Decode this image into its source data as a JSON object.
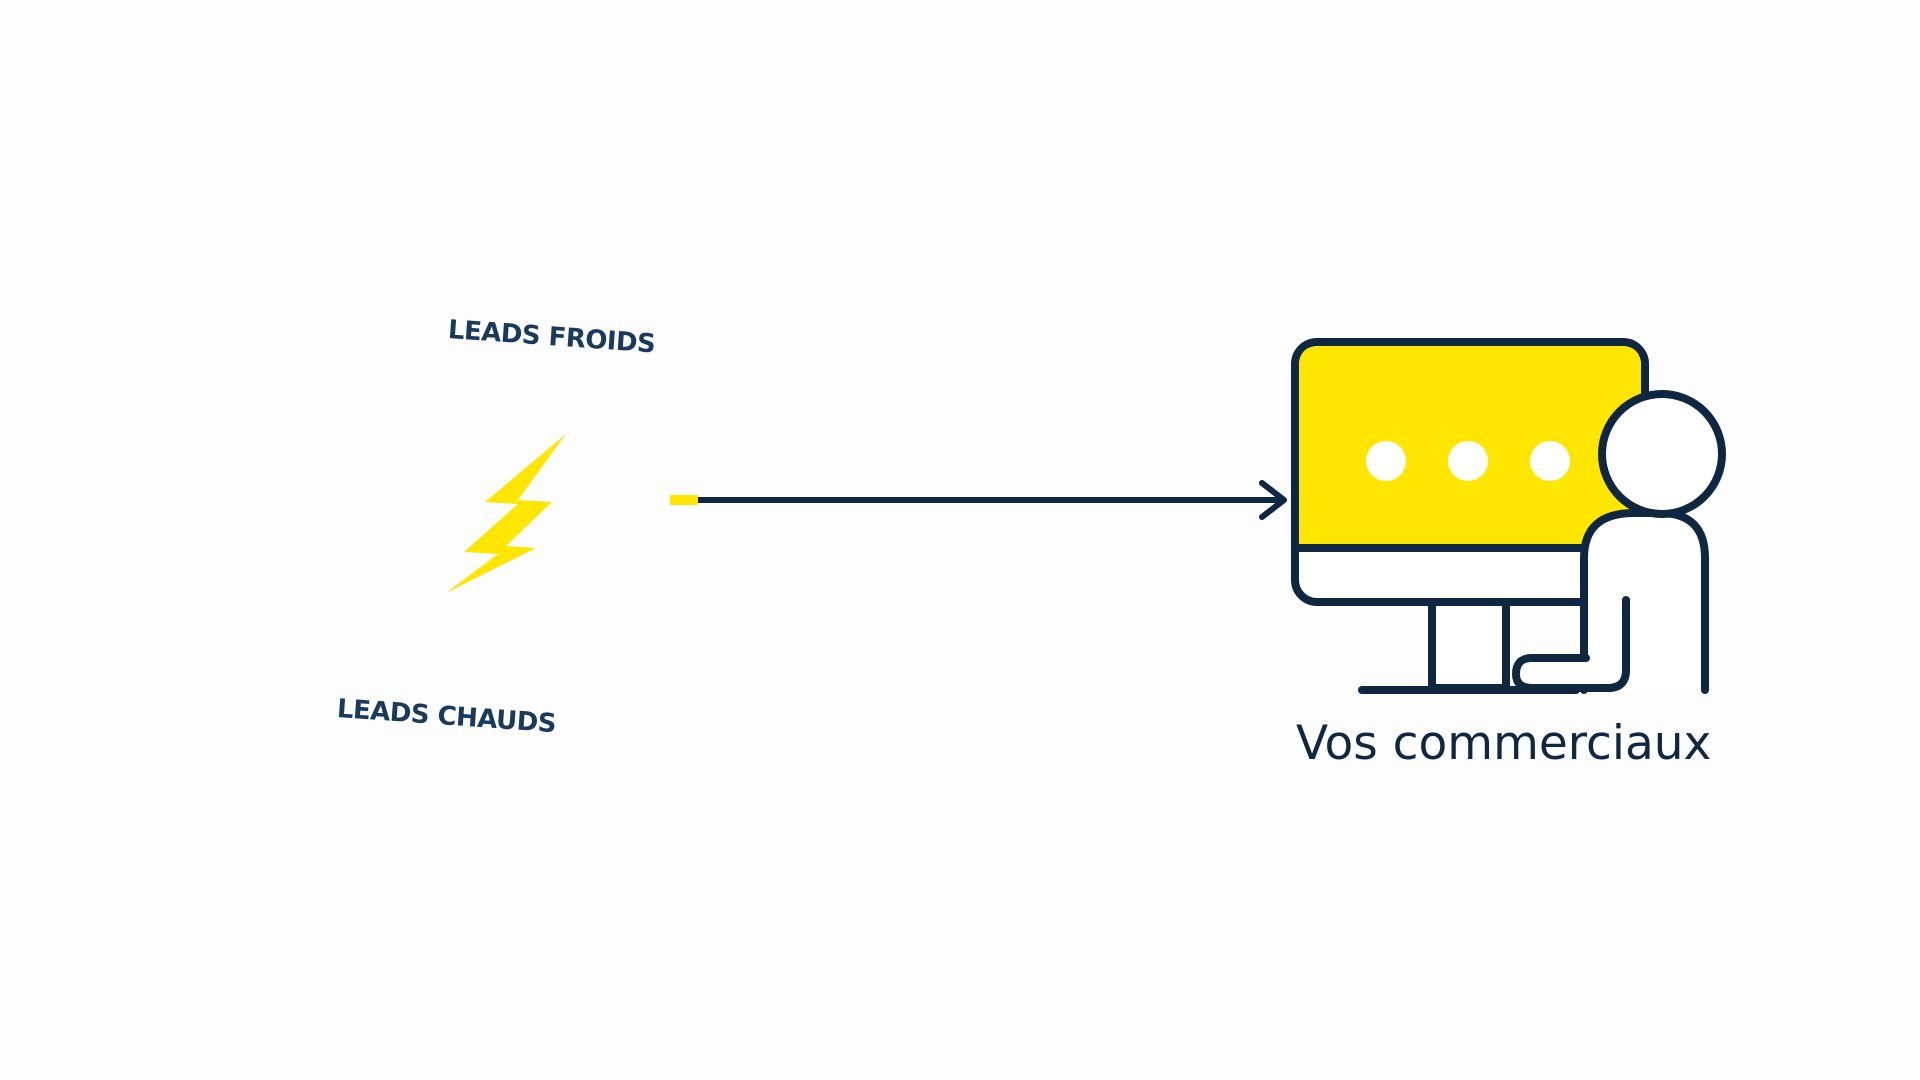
{
  "labels": {
    "cold_leads": "LEADS FROIDS",
    "hot_leads": "LEADS CHAUDS",
    "destination": "Vos commerciaux"
  },
  "icons": {
    "energy": "lightning-bolt-icon",
    "salesperson": "salesperson-at-computer-icon",
    "chat": "typing-dots-icon"
  },
  "colors": {
    "accent": "#ffe600",
    "ink": "#0f2740",
    "text": "#1a3a5c",
    "background": "#fdfdfd"
  }
}
